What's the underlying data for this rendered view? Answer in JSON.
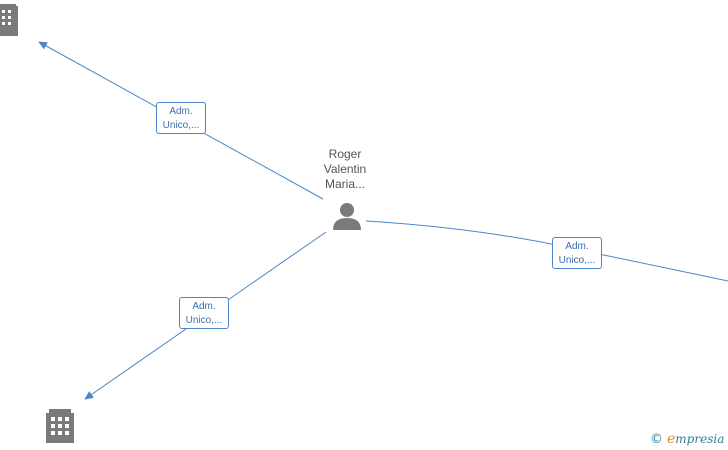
{
  "person": {
    "name_lines": [
      "Roger",
      "Valentin",
      "Maria..."
    ],
    "icon": "person-icon"
  },
  "companies": [
    {
      "id": "company-top-left",
      "icon": "building-icon"
    },
    {
      "id": "company-bottom-left",
      "icon": "building-icon"
    },
    {
      "id": "company-right",
      "icon": "building-icon"
    }
  ],
  "edges": [
    {
      "id": "edge-top-left",
      "label_lines": [
        "Adm.",
        "Unico,..."
      ]
    },
    {
      "id": "edge-bottom-left",
      "label_lines": [
        "Adm.",
        "Unico,..."
      ]
    },
    {
      "id": "edge-right",
      "label_lines": [
        "Adm.",
        "Unico,..."
      ]
    }
  ],
  "watermark": {
    "copyright": "©",
    "brand_initial": "e",
    "brand_rest": "mpresia"
  },
  "colors": {
    "edge": "#4a86c8",
    "icon": "#7a7a7a",
    "label_text": "#3a6fb0"
  }
}
